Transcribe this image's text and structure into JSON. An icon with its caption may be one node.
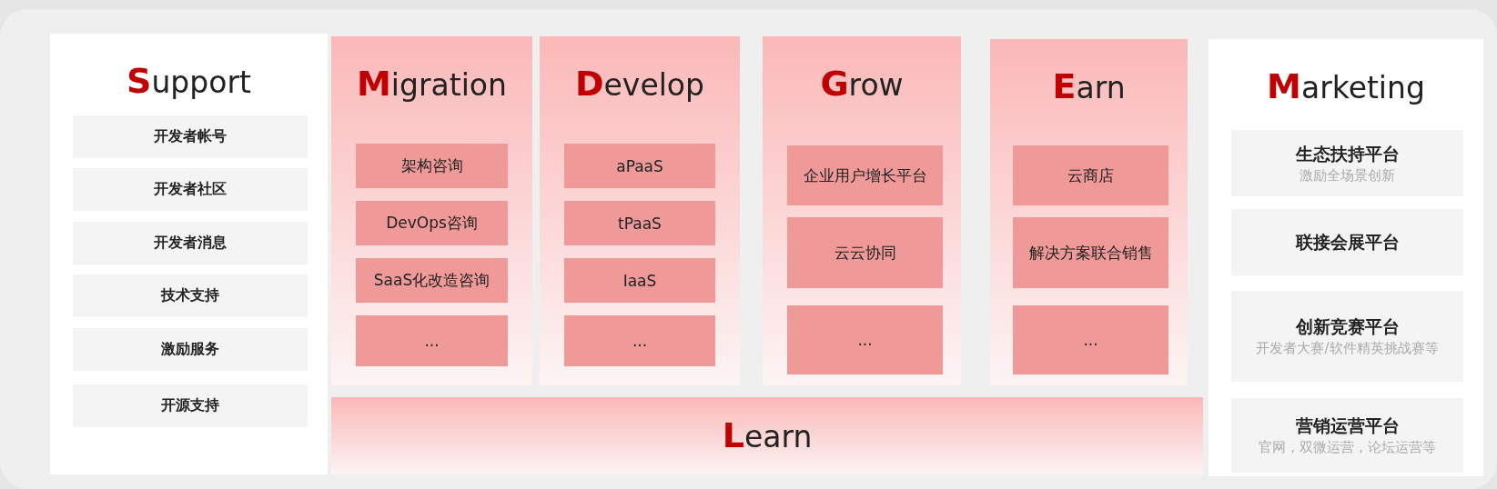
{
  "diagram": {
    "nodes": [
      {
        "text": [
          "Support"
        ]
      },
      {
        "text": [
          "开发者帐号"
        ],
        "in": 0
      },
      {
        "text": [
          "开发者社区"
        ],
        "in": 0
      },
      {
        "text": [
          "开发者消息"
        ],
        "in": 0
      },
      {
        "text": [
          "技术支持"
        ],
        "in": 0
      },
      {
        "text": [
          "激励服务"
        ],
        "in": 0
      },
      {
        "text": [
          "开源支持"
        ],
        "in": 0
      },
      {
        "text": [
          "Migration"
        ]
      },
      {
        "text": [
          "架构咨询"
        ],
        "in": 7
      },
      {
        "text": [
          "DevOps咨询"
        ],
        "in": 7
      },
      {
        "text": [
          "SaaS化改造咨询"
        ],
        "in": 7
      },
      {
        "text": [
          "..."
        ],
        "in": 7
      },
      {
        "text": [
          "Develop"
        ]
      },
      {
        "text": [
          "aPaaS"
        ],
        "in": 12
      },
      {
        "text": [
          "tPaaS"
        ],
        "in": 12
      },
      {
        "text": [
          "IaaS"
        ],
        "in": 12
      },
      {
        "text": [
          "..."
        ],
        "in": 12
      },
      {
        "text": [
          "Grow"
        ]
      },
      {
        "text": [
          "企业用户增长平台"
        ],
        "in": 17
      },
      {
        "text": [
          "云云协同"
        ],
        "in": 17
      },
      {
        "text": [
          "..."
        ],
        "in": 17
      },
      {
        "text": [
          "Earn"
        ]
      },
      {
        "text": [
          "云商店"
        ],
        "in": 21
      },
      {
        "text": [
          "解决方案联合销售"
        ],
        "in": 21
      },
      {
        "text": [
          "..."
        ],
        "in": 21
      },
      {
        "text": [
          "Learn"
        ]
      },
      {
        "text": [
          "Marketing"
        ]
      },
      {
        "text": [
          "生态扶持平台",
          "激励全场景创新"
        ],
        "in": 26
      },
      {
        "text": [
          "联接会展平台"
        ],
        "in": 26
      },
      {
        "text": [
          "创新竞赛平台",
          "开发者大赛/软件精英挑战赛等"
        ],
        "in": 26
      },
      {
        "text": [
          "营销运营平台",
          "官网，双微运营，论坛运营等"
        ],
        "in": 26
      }
    ]
  }
}
